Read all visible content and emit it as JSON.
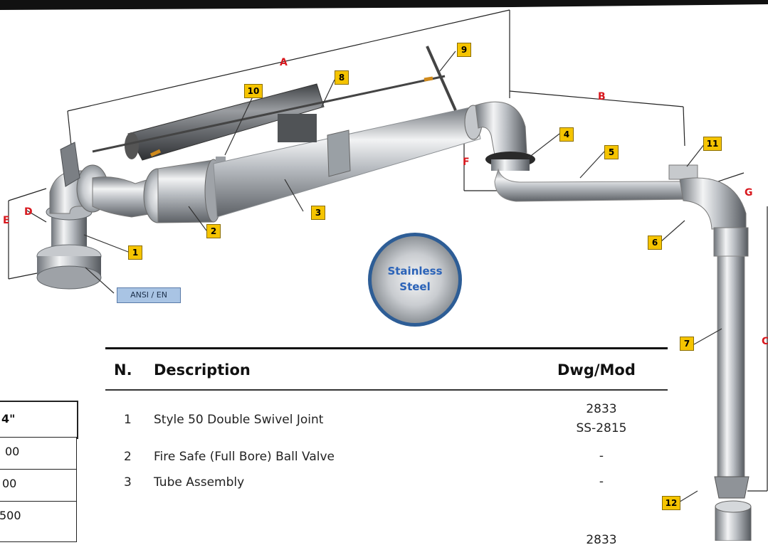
{
  "callouts": [
    "1",
    "2",
    "3",
    "4",
    "5",
    "6",
    "7",
    "8",
    "9",
    "10",
    "11",
    "12"
  ],
  "dimensions": [
    "A",
    "B",
    "C",
    "D",
    "E",
    "F",
    "G"
  ],
  "flange_label": "ANSI / EN",
  "badge": {
    "line1": "Stainless",
    "line2": "Steel"
  },
  "table": {
    "headers": {
      "n": "N.",
      "description": "Description",
      "dwg": "Dwg/Mod"
    },
    "rows": [
      {
        "n": "1",
        "description": "Style 50 Double Swivel Joint",
        "dwg_line1": "2833",
        "dwg_line2": "SS-2815"
      },
      {
        "n": "2",
        "description": "Fire Safe (Full Bore) Ball Valve",
        "dwg_line1": "-",
        "dwg_line2": ""
      },
      {
        "n": "3",
        "description": "Tube Assembly",
        "dwg_line1": "-",
        "dwg_line2": ""
      },
      {
        "n": "",
        "description": "",
        "dwg_line1": "2833",
        "dwg_line2": ""
      }
    ]
  },
  "left_table": {
    "header": "4\"",
    "cells": [
      "00",
      "00",
      "500"
    ]
  },
  "colors": {
    "callout": "#f5c400",
    "dimension": "#d8181e",
    "badge_text": "#2b63b8"
  }
}
